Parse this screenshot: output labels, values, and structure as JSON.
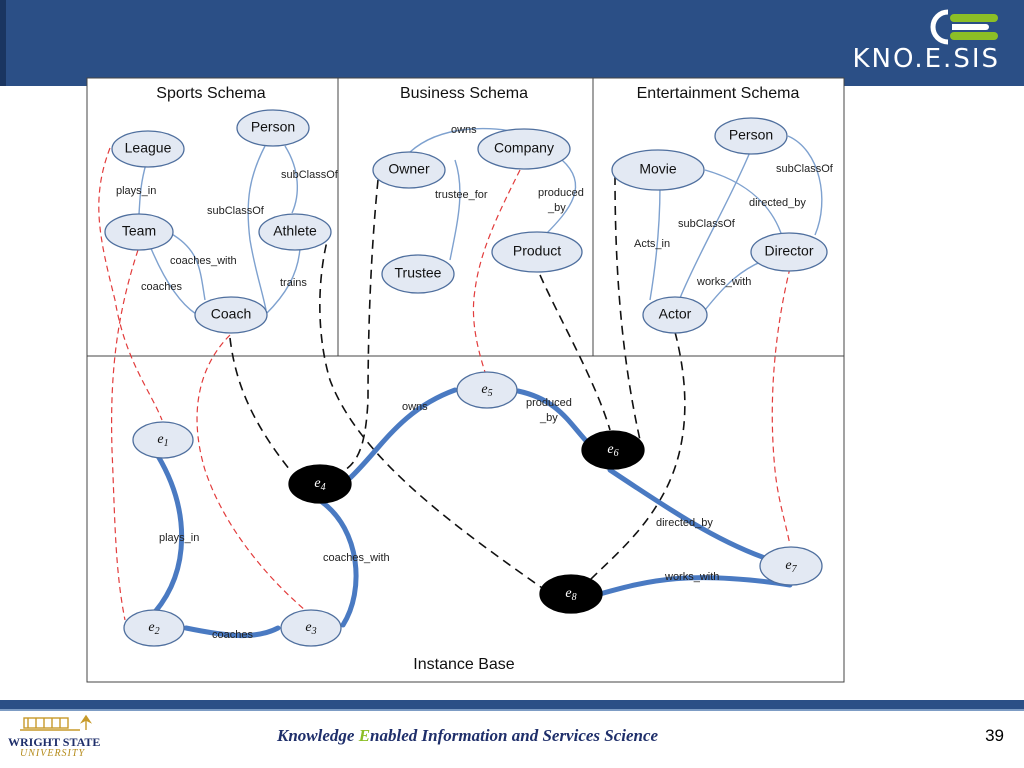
{
  "header": {
    "logo_text": "KNO.E.SIS"
  },
  "diagram": {
    "panels": {
      "sports": "Sports Schema",
      "business": "Business Schema",
      "entertainment": "Entertainment Schema",
      "instance": "Instance Base"
    },
    "schema_nodes": {
      "league": "League",
      "person_sports": "Person",
      "team": "Team",
      "athlete": "Athlete",
      "coach": "Coach",
      "owner": "Owner",
      "company": "Company",
      "trustee": "Trustee",
      "product": "Product",
      "person_ent": "Person",
      "movie": "Movie",
      "director": "Director",
      "actor": "Actor"
    },
    "schema_edges": {
      "plays_in": "plays_in",
      "subclassof_athlete": "subClassOf",
      "subclassof_coach": "subClassOf",
      "coaches_with": "coaches_with",
      "coaches": "coaches",
      "trains": "trains",
      "owns": "owns",
      "trustee_for": "trustee_for",
      "produced_by": "produced\n_by",
      "produced_by_1": "produced",
      "produced_by_2": "_by",
      "subclassof_director": "subClassOf",
      "directed_by": "directed_by",
      "subclassof_actor": "subClassOf",
      "acts_in": "Acts_in",
      "works_with": "works_with"
    },
    "instance_nodes": {
      "e1": "e",
      "e1_sub": "1",
      "e2": "e",
      "e2_sub": "2",
      "e3": "e",
      "e3_sub": "3",
      "e4": "e",
      "e4_sub": "4",
      "e5": "e",
      "e5_sub": "5",
      "e6": "e",
      "e6_sub": "6",
      "e7": "e",
      "e7_sub": "7",
      "e8": "e",
      "e8_sub": "8"
    },
    "instance_edges": {
      "plays_in": "plays_in",
      "coaches": "coaches",
      "coaches_with": "coaches_with",
      "owns": "owns",
      "produced_by_1": "produced",
      "produced_by_2": "_by",
      "directed_by": "directed_by",
      "works_with": "works_with"
    }
  },
  "footer": {
    "text_prefix": "Knowledge ",
    "text_e": "E",
    "text_suffix": "nabled Information and Services Science",
    "page_number": "39",
    "university_name": "WRIGHT STATE",
    "university_sub": "UNIVERSITY"
  },
  "colors": {
    "header_bg": "#2b4f86",
    "thick_edge": "#4a7ac2",
    "schema_edge": "#7ea1cf",
    "node_fill": "#e3e9f3",
    "node_stroke": "#4f6f9e",
    "red_dash": "#e23c3c",
    "footer_text": "#1f2f6b",
    "footer_e": "#8cbf26"
  }
}
